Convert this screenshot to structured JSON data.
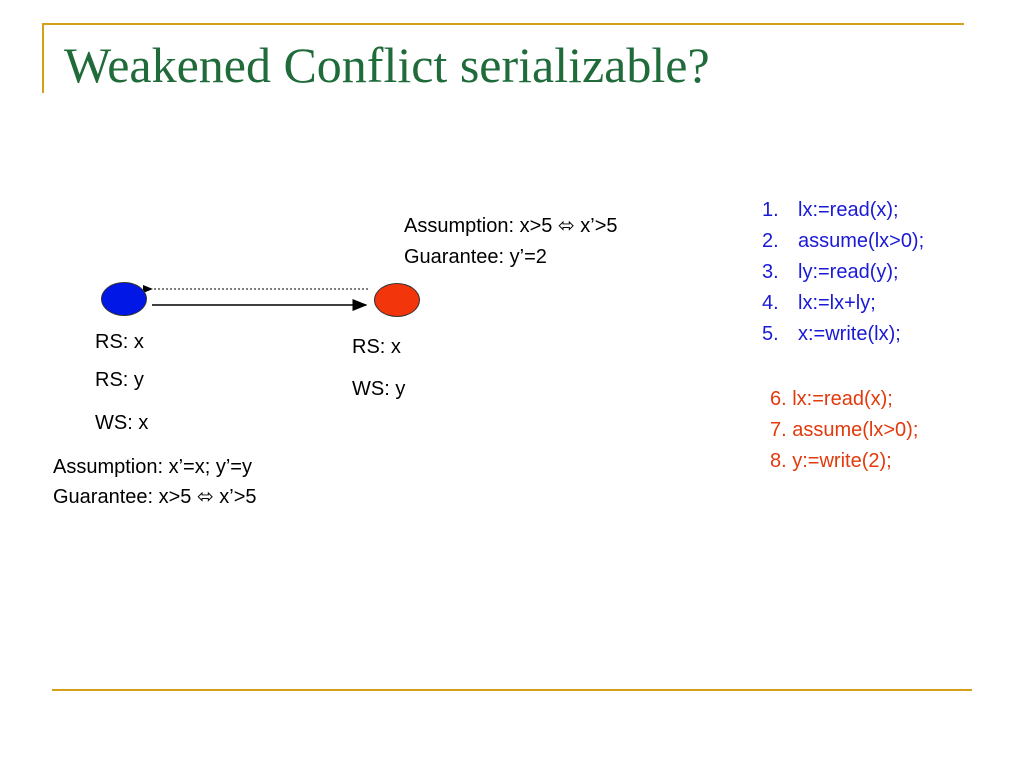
{
  "slide": {
    "title": "Weakened Conflict serializable?",
    "colors": {
      "accent_rule": "#d4a017",
      "title": "#1f6b3a",
      "blue": "#1a1ad6",
      "red": "#e23a0c"
    }
  },
  "right_node": {
    "assumption": "Assumption: x>5  ⬄ x’>5",
    "guarantee": "Guarantee: y’=2",
    "rs": "RS: x",
    "ws": "WS: y"
  },
  "left_node": {
    "rs_x": "RS: x",
    "rs_y": "RS: y",
    "ws": "WS: x",
    "assumption": "Assumption: x’=x; y’=y",
    "guarantee": "Guarantee: x>5  ⬄ x’>5"
  },
  "program_blue": [
    {
      "num": "1.",
      "code": "lx:=read(x);"
    },
    {
      "num": "2.",
      "code": "assume(lx>0);"
    },
    {
      "num": "3.",
      "code": "ly:=read(y);"
    },
    {
      "num": "4.",
      "code": "lx:=lx+ly;"
    },
    {
      "num": "5.",
      "code": "x:=write(lx);"
    }
  ],
  "program_red": [
    "6. lx:=read(x);",
    "7. assume(lx>0);",
    "8. y:=write(2);"
  ]
}
